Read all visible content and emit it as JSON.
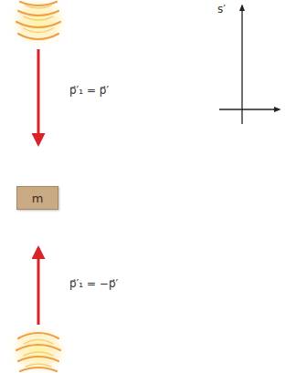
{
  "diagram": {
    "nodes": [
      {
        "text": [
          "m"
        ]
      }
    ],
    "labels": [
      "p⃗′₁ = p⃗′",
      "p⃗′₁ = −p⃗′",
      "s′"
    ]
  }
}
